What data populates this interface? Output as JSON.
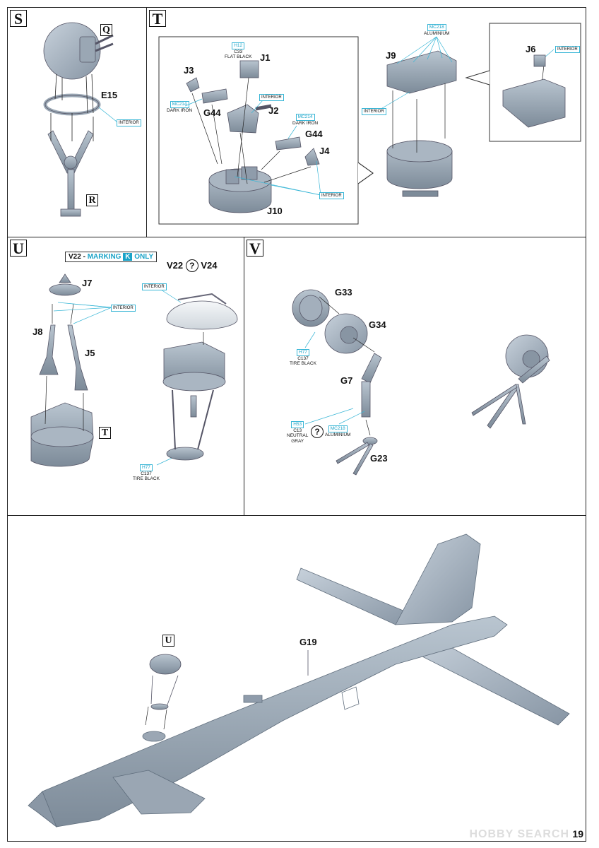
{
  "steps": {
    "S": "S",
    "T": "T",
    "U": "U",
    "V": "V"
  },
  "refs": {
    "Q": "Q",
    "R": "R",
    "T": "T",
    "U": "U"
  },
  "parts": {
    "E15": "E15",
    "J1": "J1",
    "J2": "J2",
    "J3": "J3",
    "J4": "J4",
    "G44a": "G44",
    "G44b": "G44",
    "J10": "J10",
    "J9": "J9",
    "J6": "J6",
    "J7": "J7",
    "J8": "J8",
    "J5": "J5",
    "V22": "V22",
    "V24": "V24",
    "G33": "G33",
    "G34": "G34",
    "G7": "G7",
    "G23": "G23",
    "G19": "G19"
  },
  "interior": "INTERIOR",
  "colors": {
    "h12": {
      "code": "H12",
      "name": "C33",
      "desc": "FLAT BLACK"
    },
    "mc214a": {
      "code": "MC214",
      "desc": "DARK IRON"
    },
    "mc214b": {
      "code": "MC214",
      "name": "",
      "desc": "DARK IRON"
    },
    "mc218a": {
      "code": "MC218",
      "desc": "ALUMINIUM"
    },
    "h77u": {
      "code": "H77",
      "name": "C137",
      "desc": "TIRE BLACK"
    },
    "h77v": {
      "code": "H77",
      "name": "C137",
      "desc": "TIRE BLACK"
    },
    "h53": {
      "code": "H53",
      "name": "C13",
      "desc1": "NEUTRAL",
      "desc2": "GRAY"
    },
    "mc218b": {
      "code": "MC218",
      "desc": "ALUMINIUM"
    }
  },
  "marking": {
    "prefix": "V22 - ",
    "word": "MARKING",
    "letter": "K",
    "suffix": "ONLY"
  },
  "question": "?",
  "page_number": "19",
  "watermark": "HOBBY SEARCH",
  "accent": "#1aa3c8"
}
